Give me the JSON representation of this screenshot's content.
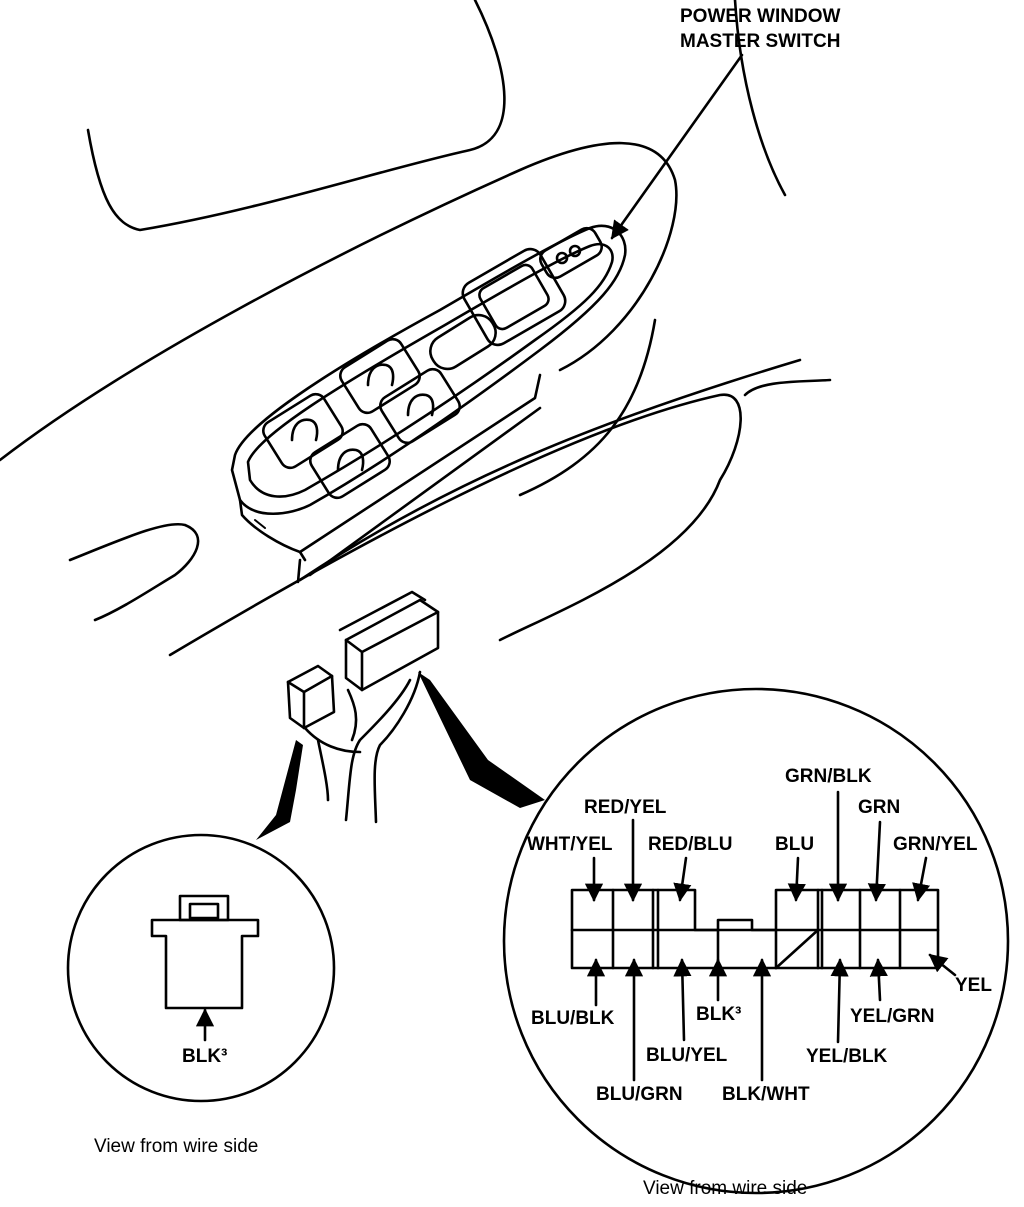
{
  "title_lines": [
    "POWER WINDOW",
    "MASTER SWITCH"
  ],
  "left_connector": {
    "pin_label": "BLK³",
    "caption": "View from wire side"
  },
  "right_connector": {
    "top_labels": {
      "wht_yel": "WHT/YEL",
      "red_yel": "RED/YEL",
      "red_blu": "RED/BLU",
      "blu": "BLU",
      "grn_blk": "GRN/BLK",
      "grn": "GRN",
      "grn_yel": "GRN/YEL"
    },
    "bottom_labels": {
      "blu_blk": "BLU/BLK",
      "blu_grn": "BLU/GRN",
      "blu_yel": "BLU/YEL",
      "blk3": "BLK³",
      "blk_wht": "BLK/WHT",
      "yel_blk": "YEL/BLK",
      "yel_grn": "YEL/GRN",
      "yel": "YEL"
    },
    "caption": "View from wire side"
  }
}
